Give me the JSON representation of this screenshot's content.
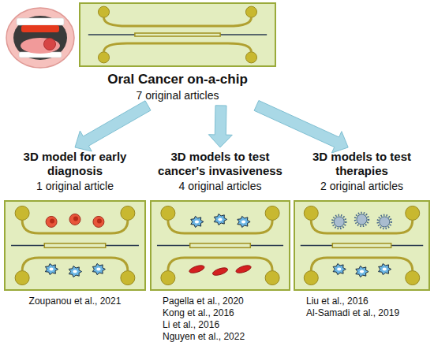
{
  "diagram": {
    "nodes": [
      {
        "text": [
          "Oral Cancer on-a-chip",
          "7 original articles"
        ]
      },
      {
        "text": [
          "3D model for early diagnosis",
          "1 original article"
        ]
      },
      {
        "text": [
          "3D models to test cancer's invasiveness",
          "4 original articles"
        ]
      },
      {
        "text": [
          "3D models to test therapies",
          "2 original articles"
        ]
      }
    ],
    "edges": [
      {
        "from": 0,
        "to": 1,
        "arrow": "to"
      },
      {
        "from": 0,
        "to": 2,
        "arrow": "to"
      },
      {
        "from": 0,
        "to": 3,
        "arrow": "to"
      }
    ],
    "labels": [
      "Zoupanou et al., 2021",
      "Pagella et al., 2020",
      "Kong et al., 2016",
      "Li et al., 2016",
      "Nguyen et al., 2022",
      "Liu et al., 2016",
      "Al-Samadi et al., 2019"
    ]
  }
}
